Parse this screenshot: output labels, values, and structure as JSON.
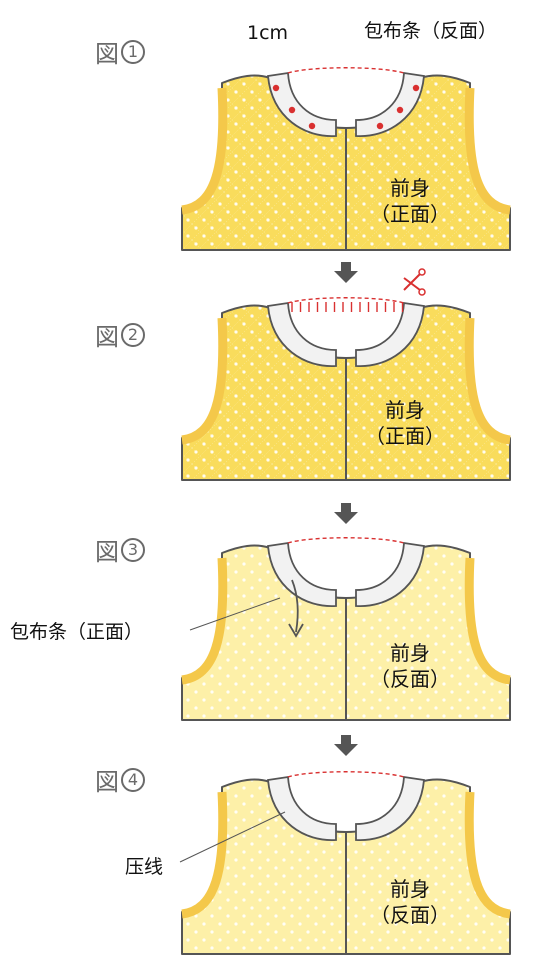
{
  "figures": [
    {
      "prefix": "図",
      "number": "1",
      "body_label": [
        "前身",
        "（正面）"
      ],
      "callouts": [
        "1cm",
        "包布条（反面）"
      ]
    },
    {
      "prefix": "図",
      "number": "2",
      "body_label": [
        "前身",
        "（正面）"
      ],
      "callouts": []
    },
    {
      "prefix": "図",
      "number": "3",
      "body_label": [
        "前身",
        "（反面）"
      ],
      "callouts": [
        "包布条（正面）"
      ]
    },
    {
      "prefix": "図",
      "number": "4",
      "body_label": [
        "前身",
        "（反面）"
      ],
      "callouts": [
        "压线"
      ]
    }
  ],
  "icons": [
    "arrow-down-icon",
    "arrow-down-icon",
    "arrow-down-icon",
    "scissors-icon"
  ],
  "colors": {
    "fabric": "#f9dc5c",
    "fabric_light": "#fdf0a8",
    "edge": "#555555",
    "tape": "#f2f2f2",
    "stitch_red": "#d93030",
    "arrow": "#555555"
  }
}
